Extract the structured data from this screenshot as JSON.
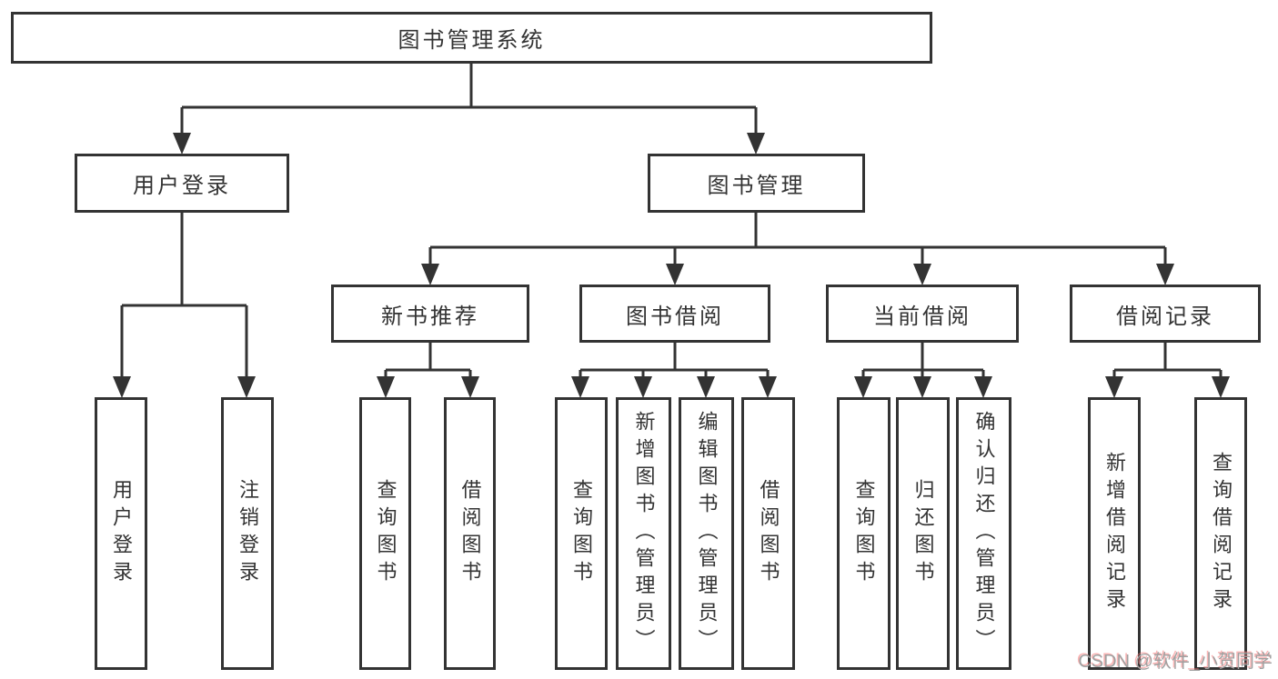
{
  "colors": {
    "line": "#333333",
    "text": "#333333",
    "watermark": "#a0a0a0"
  },
  "root": {
    "label": "图书管理系统"
  },
  "level2": {
    "user_login": {
      "label": "用户登录"
    },
    "book_mgmt": {
      "label": "图书管理"
    }
  },
  "level3": {
    "new_books": {
      "label": "新书推荐"
    },
    "borrowing": {
      "label": "图书借阅"
    },
    "current": {
      "label": "当前借阅"
    },
    "records": {
      "label": "借阅记录"
    }
  },
  "leaves": {
    "user_login": {
      "label": "用户登录"
    },
    "logout": {
      "label": "注销登录"
    },
    "nb_query": {
      "label": "查询图书"
    },
    "nb_borrow": {
      "label": "借阅图书"
    },
    "bw_query": {
      "label": "查询图书"
    },
    "bw_add": {
      "label": "新增图书（管理员）"
    },
    "bw_edit": {
      "label": "编辑图书（管理员）"
    },
    "bw_borrow": {
      "label": "借阅图书"
    },
    "cur_query": {
      "label": "查询图书"
    },
    "cur_return": {
      "label": "归还图书"
    },
    "cur_confirm": {
      "label": "确认归还（管理员）"
    },
    "rec_add": {
      "label": "新增借阅记录"
    },
    "rec_query": {
      "label": "查询借阅记录"
    }
  },
  "watermark": {
    "label": "CSDN @软件_小贺同学"
  }
}
